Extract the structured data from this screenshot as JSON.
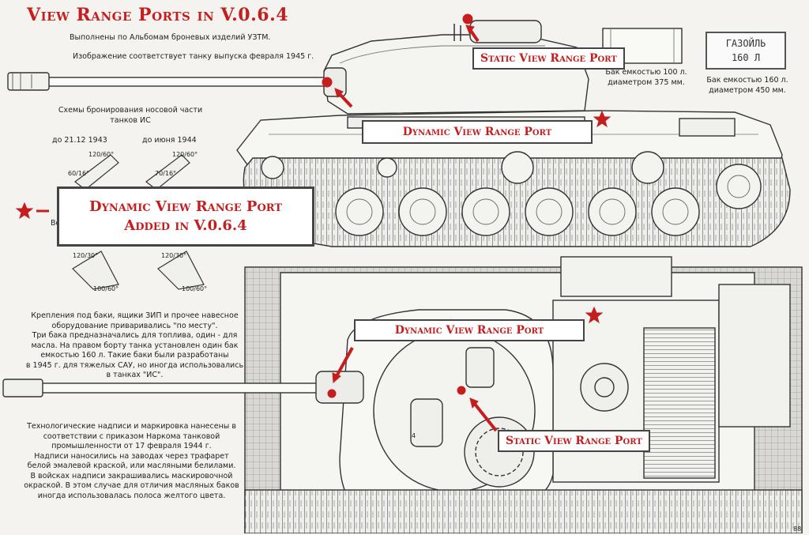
{
  "title": "View Range Ports in V.0.6.4",
  "notes": {
    "source": "Выполнены по Альбомам броневых изделий УЗТМ.",
    "depiction": "Изображение соответствует танку выпуска февраля 1945 г.",
    "tank100": [
      "Бак емкостью 100 л.",
      "диаметром 375 мм."
    ],
    "tank160": [
      "Бак емкостью 160 л.",
      "диаметром 450 мм."
    ],
    "stencil": [
      "ГАЗОЙЛЬ",
      "160 Л"
    ],
    "schemes": [
      "Схемы бронирования носовой части",
      "танков ИС"
    ],
    "date1": "до 21.12 1943",
    "date2": "до июня 1944",
    "angles": {
      "a1": "120/60°",
      "a2": "60/16°",
      "a3": "120/60°",
      "a4": "70/16°",
      "a5": "120/30°",
      "a6": "100/60°",
      "a7": "120/30°",
      "a8": "100/60°"
    },
    "vo": "Во",
    "mounts": [
      "Крепления под баки, ящики ЗИП и прочее навесное",
      "оборудование приваривались \"по месту\".",
      "Три бака предназначались для топлива, один - для",
      "масла. На правом борту танка установлен один бак",
      "емкостью 160 л. Такие баки были разработаны",
      "в 1945 г. для тяжелых САУ, но иногда использовались",
      "в танках \"ИС\"."
    ],
    "markings": [
      "Технологические надписи и маркировка нанесены в",
      "соответствии с приказом Наркома танковой",
      "промышленности от 17 февраля 1944 г.",
      "Надписи наносились на заводах через трафарет",
      "белой эмалевой краской, или масляными белилами.",
      "В войсках надписи закрашивались маскировочной",
      "окраской. В этом случае для отличия масляных баков",
      "иногда использовалась полоса желтого цвета."
    ],
    "page_number": "88",
    "turret_number": "4"
  },
  "labels": {
    "static_top": "Static View Range Port",
    "dynamic_side": "Dynamic View Range Port",
    "dynamic_added": [
      "Dynamic View Range Port",
      "Added in V.0.6.4"
    ],
    "dynamic_top": "Dynamic View Range Port",
    "static_bottom": "Static View Range Port"
  },
  "colors": {
    "accent": "#c41e1e",
    "ink": "#333333",
    "paper": "#f4f3ef",
    "box_border": "#444444"
  },
  "icons": [
    "red-star-icon",
    "red-dot-icon",
    "red-arrow-icon"
  ]
}
